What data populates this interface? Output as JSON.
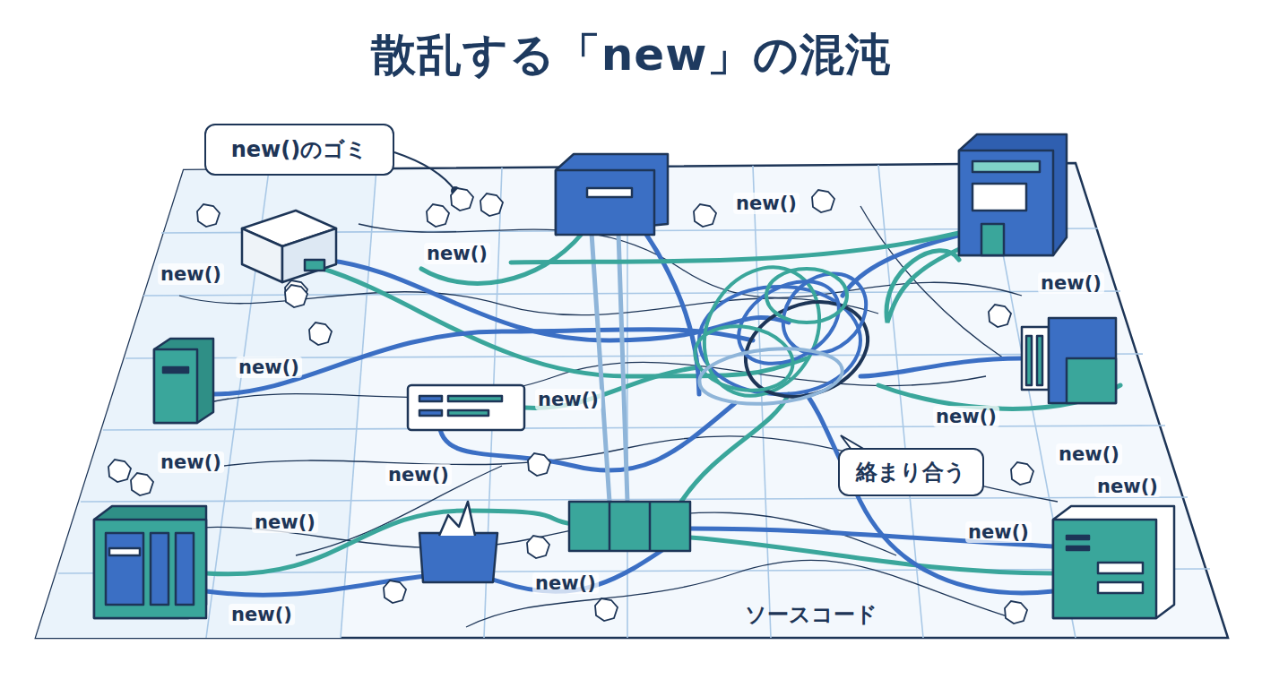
{
  "diagram": {
    "title": "散乱する「new」の混沌",
    "nodes": [
      {
        "text": [
          "new()のゴミ"
        ]
      },
      {
        "text": [
          "絡まり合う"
        ]
      }
    ],
    "labels": [
      "new()",
      "new()",
      "new()",
      "new()",
      "new()",
      "new()",
      "new()",
      "new()",
      "new()",
      "new()",
      "new()",
      "new()",
      "new()",
      "new()",
      "new()",
      "ソースコード"
    ]
  }
}
